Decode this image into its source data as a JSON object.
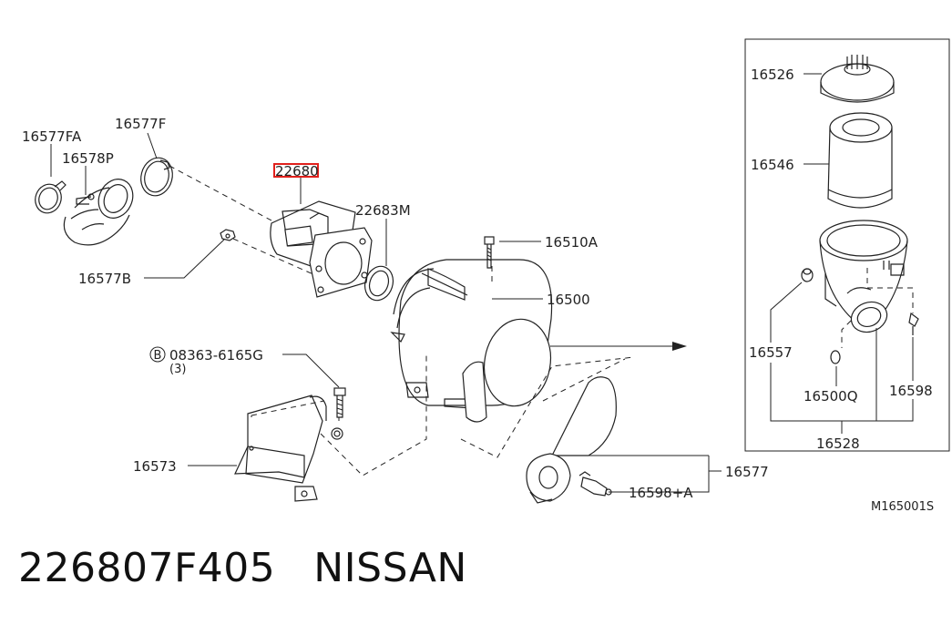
{
  "diagram": {
    "labels": {
      "p16577FA": "16577FA",
      "p16577F": "16577F",
      "p16578P": "16578P",
      "p22680": "22680",
      "p22683M": "22683M",
      "p16510A": "16510A",
      "p16577B": "16577B",
      "p16500": "16500",
      "bolt_code": "08363-6165G",
      "bolt_circle": "B",
      "bolt_qty": "(3)",
      "p16573": "16573",
      "p16577": "16577",
      "p16598A": "16598+A",
      "p16526": "16526",
      "p16546": "16546",
      "p16557": "16557",
      "p16500Q": "16500Q",
      "p16598": "16598",
      "p16528": "16528",
      "drawing_code": "M165001S"
    },
    "highlight_color": "#e0201c"
  },
  "caption": {
    "part_number": "226807F405",
    "brand": "NISSAN"
  }
}
